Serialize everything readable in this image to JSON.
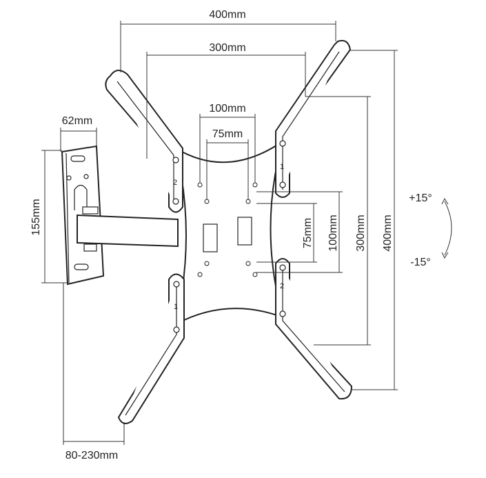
{
  "title": "TV wall mount dimensions",
  "dimensions": {
    "width_400": "400mm",
    "width_300": "300mm",
    "width_100": "100mm",
    "width_75": "75mm",
    "plate_width": "62mm",
    "plate_height": "155mm",
    "extension": "80-230mm",
    "height_75": "75mm",
    "height_100": "100mm",
    "height_300": "300mm",
    "height_400": "400mm"
  },
  "tilt": {
    "up": "+15°",
    "down": "-15°"
  },
  "arm_marks": {
    "upper_left": "2",
    "upper_right": "1",
    "lower_left": "1",
    "lower_right": "2"
  }
}
